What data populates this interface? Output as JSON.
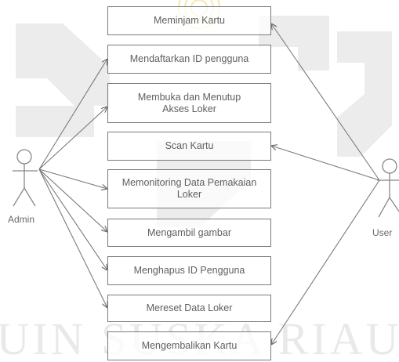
{
  "actors": {
    "admin": {
      "label": "Admin",
      "icon": "stick-figure"
    },
    "user": {
      "label": "User",
      "icon": "stick-figure"
    }
  },
  "use_cases": [
    {
      "id": "uc1",
      "lines": [
        "Meminjam Kartu"
      ],
      "actor": "user"
    },
    {
      "id": "uc2",
      "lines": [
        "Mendaftarkan ID pengguna"
      ],
      "actor": "admin"
    },
    {
      "id": "uc3",
      "lines": [
        "Membuka dan Menutup",
        "Akses Loker"
      ],
      "actor": "admin"
    },
    {
      "id": "uc4",
      "lines": [
        "Scan Kartu"
      ],
      "actor": "user"
    },
    {
      "id": "uc5",
      "lines": [
        "Memonitoring Data Pemakaian",
        "Loker"
      ],
      "actor": "admin"
    },
    {
      "id": "uc6",
      "lines": [
        "Mengambil gambar"
      ],
      "actor": "admin"
    },
    {
      "id": "uc7",
      "lines": [
        "Menghapus ID Pengguna"
      ],
      "actor": "admin"
    },
    {
      "id": "uc8",
      "lines": [
        "Mereset Data Loker"
      ],
      "actor": "admin"
    },
    {
      "id": "uc9",
      "lines": [
        "Mengembalikan Kartu"
      ],
      "actor": "user"
    }
  ],
  "watermark": {
    "text": "UIN SUSKA RIAU",
    "color": "#e9e9e9"
  },
  "colors": {
    "line": "#7a7a7a",
    "text": "#5f5f5f",
    "border": "#7a7a7a"
  }
}
